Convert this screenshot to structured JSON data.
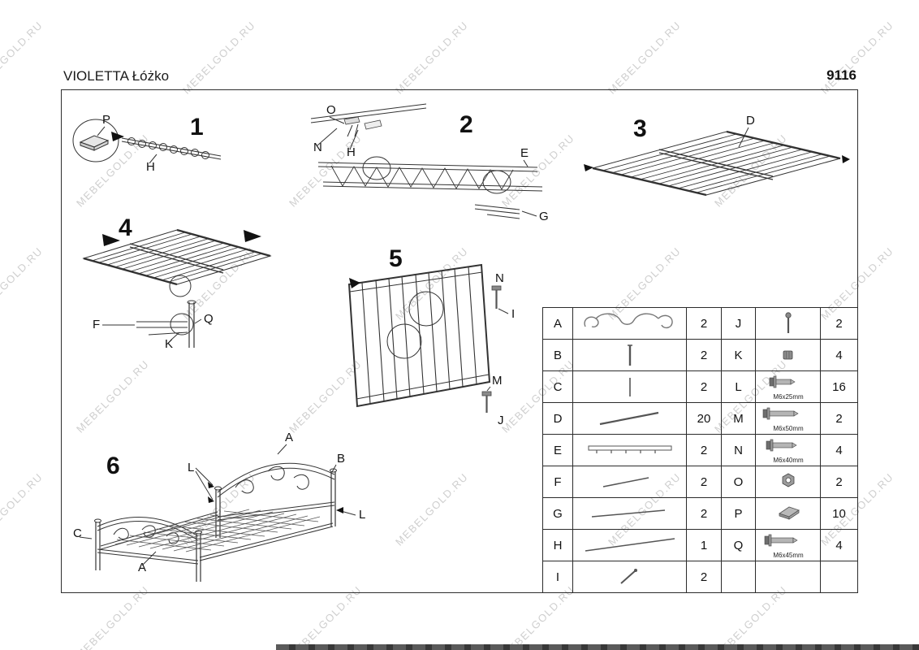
{
  "header": {
    "title": "VIOLETTA Łóżko",
    "model": "9116"
  },
  "watermark": {
    "text": "MEBELGOLD.RU"
  },
  "steps": {
    "s1": {
      "num": "1",
      "p": "P",
      "h": "H"
    },
    "s2": {
      "num": "2",
      "o": "O",
      "n": "N",
      "h": "H",
      "e": "E",
      "g": "G"
    },
    "s3": {
      "num": "3",
      "d": "D"
    },
    "s4": {
      "num": "4",
      "f": "F",
      "k": "K",
      "q": "Q"
    },
    "s5": {
      "num": "5",
      "n": "N",
      "i": "I",
      "m": "M",
      "j": "J"
    },
    "s6": {
      "num": "6",
      "a1": "A",
      "b": "B",
      "l1": "L",
      "l2": "L",
      "c": "C",
      "a2": "A"
    }
  },
  "parts_table": {
    "rows": [
      {
        "left_letter": "A",
        "left_qty": "2",
        "right_letter": "J",
        "right_qty": "2"
      },
      {
        "left_letter": "B",
        "left_qty": "2",
        "right_letter": "K",
        "right_qty": "4"
      },
      {
        "left_letter": "C",
        "left_qty": "2",
        "right_letter": "L",
        "right_qty": "16",
        "right_size": "M6x25mm"
      },
      {
        "left_letter": "D",
        "left_qty": "20",
        "right_letter": "M",
        "right_qty": "2",
        "right_size": "M6x50mm"
      },
      {
        "left_letter": "E",
        "left_qty": "2",
        "right_letter": "N",
        "right_qty": "4",
        "right_size": "M6x40mm"
      },
      {
        "left_letter": "F",
        "left_qty": "2",
        "right_letter": "O",
        "right_qty": "2"
      },
      {
        "left_letter": "G",
        "left_qty": "2",
        "right_letter": "P",
        "right_qty": "10"
      },
      {
        "left_letter": "H",
        "left_qty": "1",
        "right_letter": "Q",
        "right_qty": "4",
        "right_size": "M6x45mm"
      },
      {
        "left_letter": "I",
        "left_qty": "2",
        "right_letter": "",
        "right_qty": ""
      }
    ]
  }
}
